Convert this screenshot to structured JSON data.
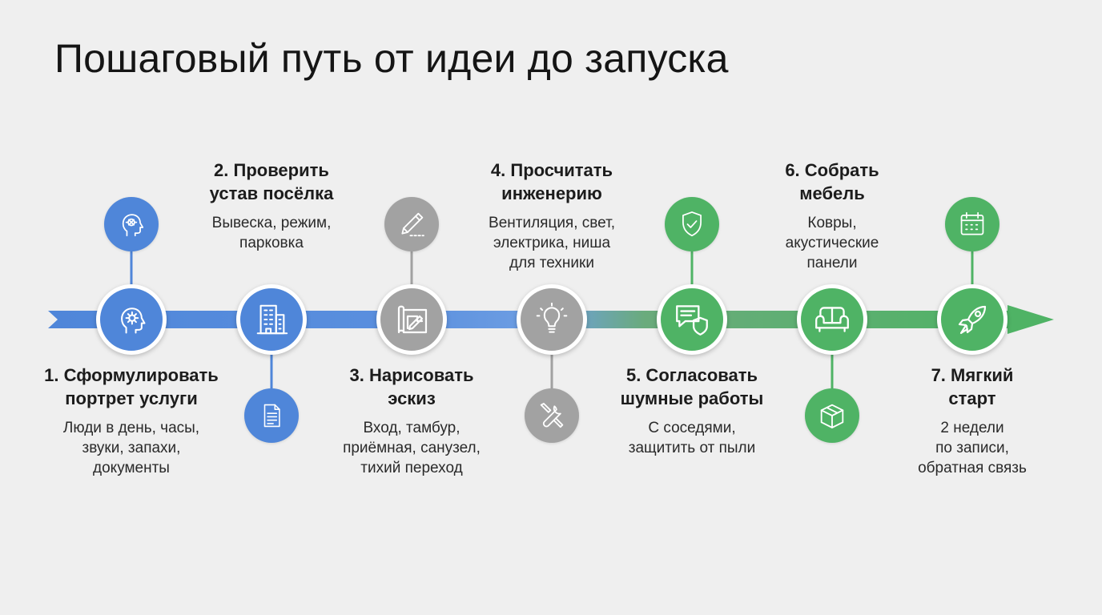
{
  "title": "Пошаговый путь от идеи до запуска",
  "colors": {
    "blue": "#4f86d9",
    "gray": "#a2a2a2",
    "green": "#4fb365",
    "background": "#efefef"
  },
  "steps": [
    {
      "title": "1. Сформулировать\nпортрет услуги",
      "description": "Люди в день, часы,\nзвуки, запахи,\nдокументы",
      "color": "blue",
      "main_icon": "head-gear-icon",
      "secondary_icon": "head-brain-icon"
    },
    {
      "title": "2. Проверить\nустав посёлка",
      "description": "Вывеска, режим,\nпарковка",
      "color": "blue",
      "main_icon": "building-icon",
      "secondary_icon": "document-icon"
    },
    {
      "title": "3. Нарисовать\nэскиз",
      "description": "Вход, тамбур,\nприёмная, санузел,\nтихий переход",
      "color": "gray",
      "main_icon": "blueprint-icon",
      "secondary_icon": "pencil-icon"
    },
    {
      "title": "4. Просчитать\nинженерию",
      "description": "Вентиляция, свет,\nэлектрика, ниша\nдля техники",
      "color": "gray",
      "main_icon": "lightbulb-icon",
      "secondary_icon": "tools-icon"
    },
    {
      "title": "5. Согласовать\nшумные работы",
      "description": "С соседями,\nзащитить от пыли",
      "color": "green",
      "main_icon": "chat-shield-icon",
      "secondary_icon": "shield-check-icon"
    },
    {
      "title": "6. Собрать\nмебель",
      "description": "Ковры,\nакустические\nпанели",
      "color": "green",
      "main_icon": "sofa-icon",
      "secondary_icon": "box-icon"
    },
    {
      "title": "7. Мягкий\nстарт",
      "description": "2 недели\nпо записи,\nобратная связь",
      "color": "green",
      "main_icon": "rocket-icon",
      "secondary_icon": "calendar-icon"
    }
  ]
}
